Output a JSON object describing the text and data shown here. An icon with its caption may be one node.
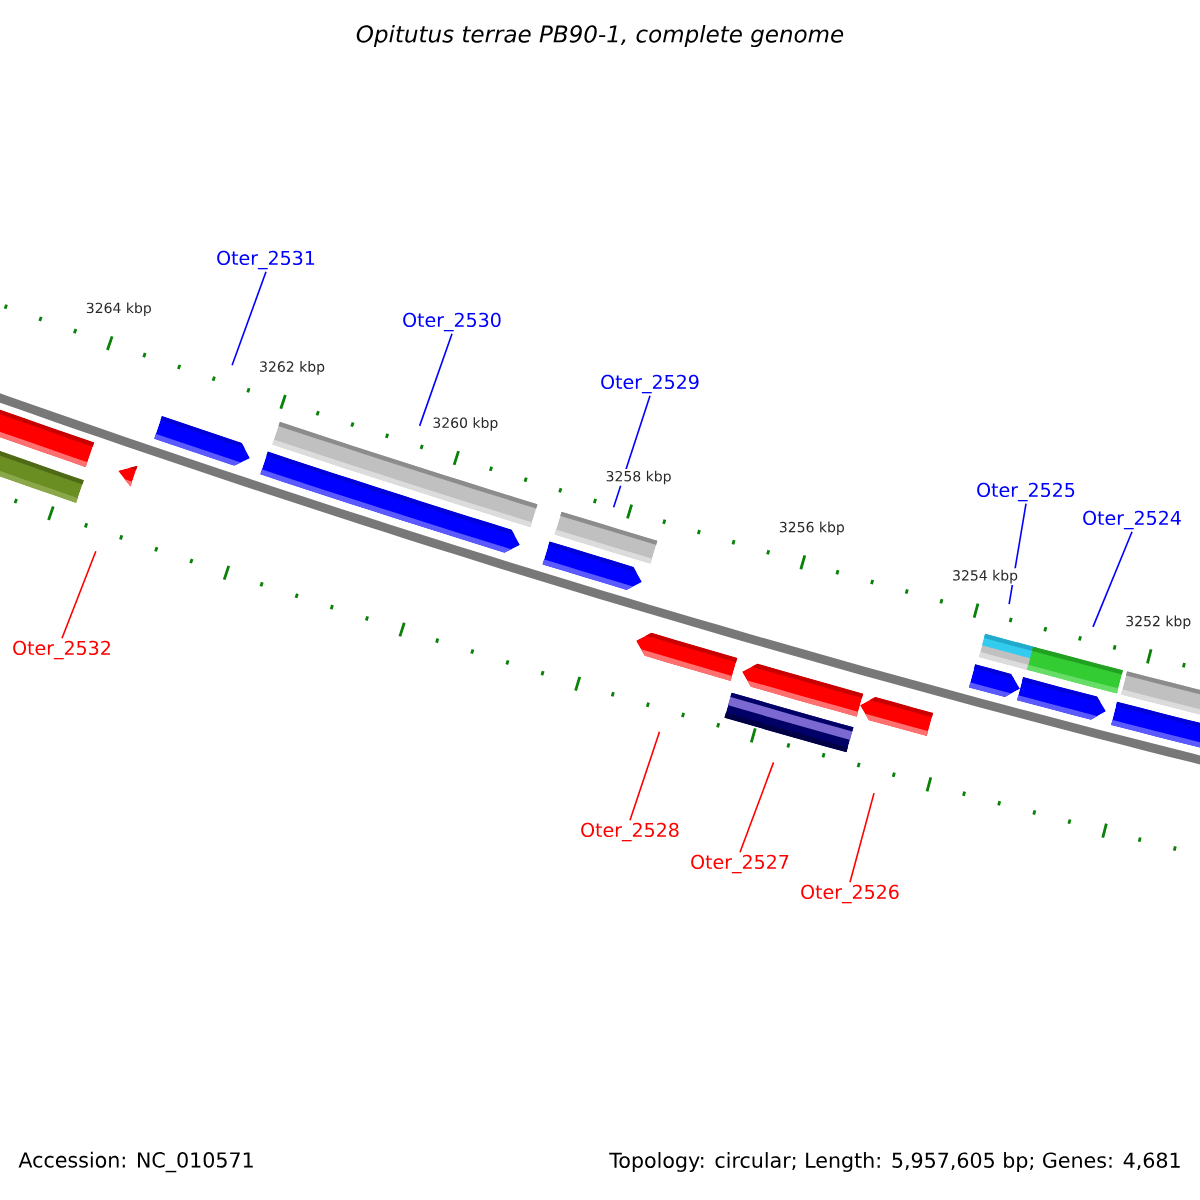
{
  "diagram": {
    "title": "Opitutus terrae PB90-1, complete genome",
    "nodes": [
      {
        "text": [
          "Oter_2531"
        ]
      },
      {
        "text": [
          "Oter_2530"
        ]
      },
      {
        "text": [
          "Oter_2529"
        ]
      },
      {
        "text": [
          "Oter_2525"
        ]
      },
      {
        "text": [
          "Oter_2524"
        ]
      },
      {
        "text": [
          "Oter_2532"
        ]
      },
      {
        "text": [
          "Oter_2528"
        ]
      },
      {
        "text": [
          "Oter_2527"
        ]
      },
      {
        "text": [
          "Oter_2526"
        ]
      },
      {
        "text": [],
        "shape": "triangle"
      },
      {
        "text": [],
        "shape": "bar"
      },
      {
        "text": [],
        "shape": "bar"
      },
      {
        "text": [],
        "shape": "bar"
      },
      {
        "text": [],
        "shape": "bar"
      },
      {
        "text": [],
        "shape": "bar"
      },
      {
        "text": [],
        "shape": "bar"
      },
      {
        "text": [],
        "shape": "bar"
      },
      {
        "text": [],
        "shape": "bar"
      }
    ],
    "edges": [
      {
        "from": 0,
        "to": 10,
        "arrow": "none"
      },
      {
        "from": 1,
        "to": 11,
        "arrow": "none"
      },
      {
        "from": 2,
        "to": 12,
        "arrow": "none"
      },
      {
        "from": 3,
        "to": 16,
        "arrow": "none"
      },
      {
        "from": 4,
        "to": 17,
        "arrow": "none"
      },
      {
        "from": 5,
        "to": 9,
        "arrow": "none",
        "color": "#ff0000"
      },
      {
        "from": 6,
        "to": 13,
        "arrow": "none",
        "color": "#ff0000"
      },
      {
        "from": 7,
        "to": 14,
        "arrow": "none",
        "color": "#ff0000"
      },
      {
        "from": 8,
        "to": 15,
        "arrow": "none",
        "color": "#ff0000"
      }
    ],
    "labels": [
      "3264 kbp",
      "3262 kbp",
      "3260 kbp",
      "3258 kbp",
      "3256 kbp",
      "3254 kbp",
      "3252 kbp",
      "Accession: NC_010571",
      "Topology: circular; Length: 5,957,605 bp; Genes: 4,681"
    ]
  }
}
